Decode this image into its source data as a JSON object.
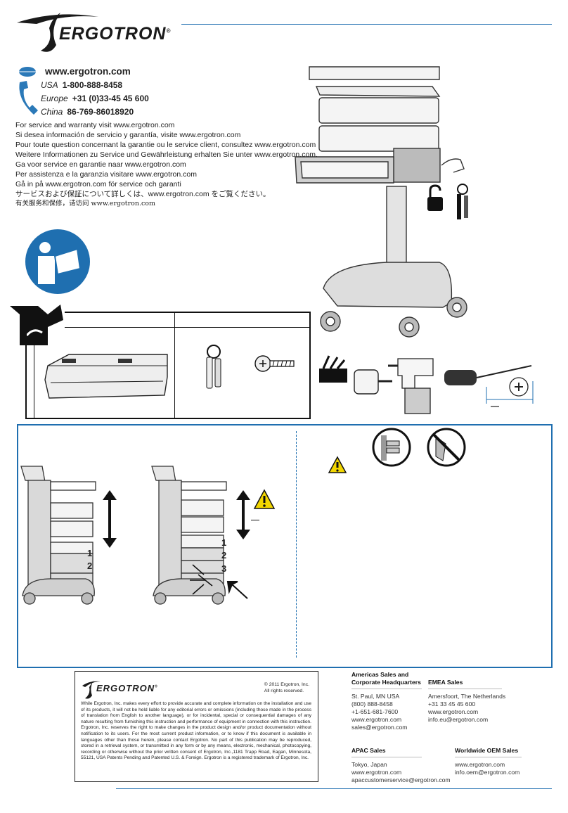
{
  "brand": {
    "name": "ERGOTRON",
    "registered": "®"
  },
  "contact": {
    "website": "www.ergotron.com",
    "phones": [
      {
        "region": "USA",
        "number": "1-800-888-8458"
      },
      {
        "region": "Europe",
        "number": "+31 (0)33-45 45 600"
      },
      {
        "region": "China",
        "number": "86-769-86018920"
      }
    ],
    "service_lines": [
      "For service and warranty visit www.ergotron.com",
      "Si desea información de servicio y garantía, visite www.ergotron.com",
      "Pour toute question concernant la garantie ou le service client, consultez www.ergotron.com",
      "Weitere Informationen zu Service und Gewährleistung erhalten Sie unter www.ergotron.com.",
      "Ga voor service en garantie naar www.ergotron.com",
      "Per assistenza e la garanzia visitare www.ergotron.com",
      "Gå in på www.ergotron.com för service och garanti",
      "サービスおよび保証について詳しくは、www.ergotron.com をご覧ください。",
      "有关服务和保修，请访问 www.ergotron.com"
    ]
  },
  "figures": {
    "drawer_numbers_left": [
      "1",
      "2"
    ],
    "drawer_numbers_right": [
      "1",
      "2",
      "3"
    ]
  },
  "footer": {
    "copyright": [
      "© 2011 Ergotron, Inc.",
      "All rights reserved."
    ],
    "legal": "While Ergotron, Inc. makes every effort to provide accurate and complete information on the installation and use of its products, it will not be held liable for any editorial errors or omissions (including those made in the process of translation from English to another language), or for incidental, special or consequential damages of any nature resulting from furnishing this instruction and performance of equipment in connection with this instruction. Ergotron, Inc. reserves the right to make changes in the product design and/or product documentation without notification to its users. For the most current product information, or to know if this document is available in languages other than those herein, please contact Ergotron. No part of this publication may be reproduced, stored in a retrieval system, or transmitted in any form or by any means, electronic, mechanical, photocopying, recording or otherwise without the prior written consent of Ergotron, Inc.,1181 Trapp Road, Eagan, Minnesota, 55121, USA Patents Pending and Patented U.S. & Foreign. Ergotron is a registered trademark of Ergotron, Inc.",
    "offices": {
      "americas": {
        "heading": [
          "Americas Sales and",
          "Corporate Headquarters"
        ],
        "lines": [
          "St. Paul, MN USA",
          "(800) 888-8458",
          "+1-651-681-7600",
          "www.ergotron.com",
          "sales@ergotron.com"
        ]
      },
      "emea": {
        "heading": [
          "EMEA Sales"
        ],
        "lines": [
          "Amersfoort, The Netherlands",
          "+31 33 45 45 600",
          "www.ergotron.com",
          "info.eu@ergotron.com"
        ]
      },
      "apac": {
        "heading": [
          "APAC Sales"
        ],
        "lines": [
          "Tokyo, Japan",
          "www.ergotron.com",
          "apaccustomerservice@ergotron.com"
        ]
      },
      "oem": {
        "heading": [
          "Worldwide OEM Sales"
        ],
        "lines": [
          "www.ergotron.com",
          "info.oem@ergotron.com"
        ]
      }
    }
  }
}
